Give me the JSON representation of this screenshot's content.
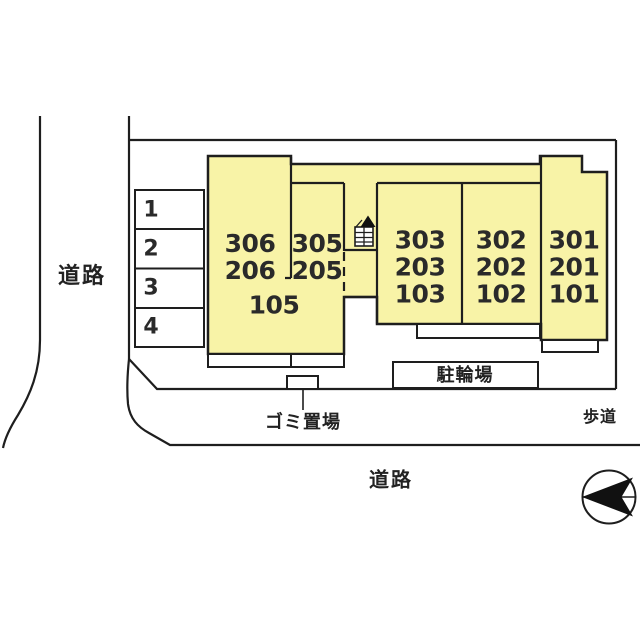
{
  "site": {
    "units": [
      {
        "name": "west-upper-unit",
        "lines": [
          "306",
          "206"
        ]
      },
      {
        "name": "west-middle-unit",
        "lines": [
          "305",
          "205"
        ]
      },
      {
        "name": "west-ground-unit",
        "lines": [
          "105"
        ]
      },
      {
        "name": "center-west-unit",
        "lines": [
          "303",
          "203",
          "103"
        ]
      },
      {
        "name": "center-east-unit",
        "lines": [
          "302",
          "202",
          "102"
        ]
      },
      {
        "name": "east-unit",
        "lines": [
          "301",
          "201",
          "101"
        ]
      }
    ],
    "parking_spaces": [
      "1",
      "2",
      "3",
      "4"
    ],
    "labels": {
      "road_west": "道路",
      "road_south": "道路",
      "sidewalk": "歩道",
      "bicycle_parking": "駐輪場",
      "garbage_area": "ゴミ置場"
    },
    "icons": {
      "compass": "north-arrow-left",
      "stairs": "staircase-up-arrow"
    },
    "colors": {
      "building_fill": "#F8F3A7",
      "outline": "#1E1E1E"
    }
  }
}
